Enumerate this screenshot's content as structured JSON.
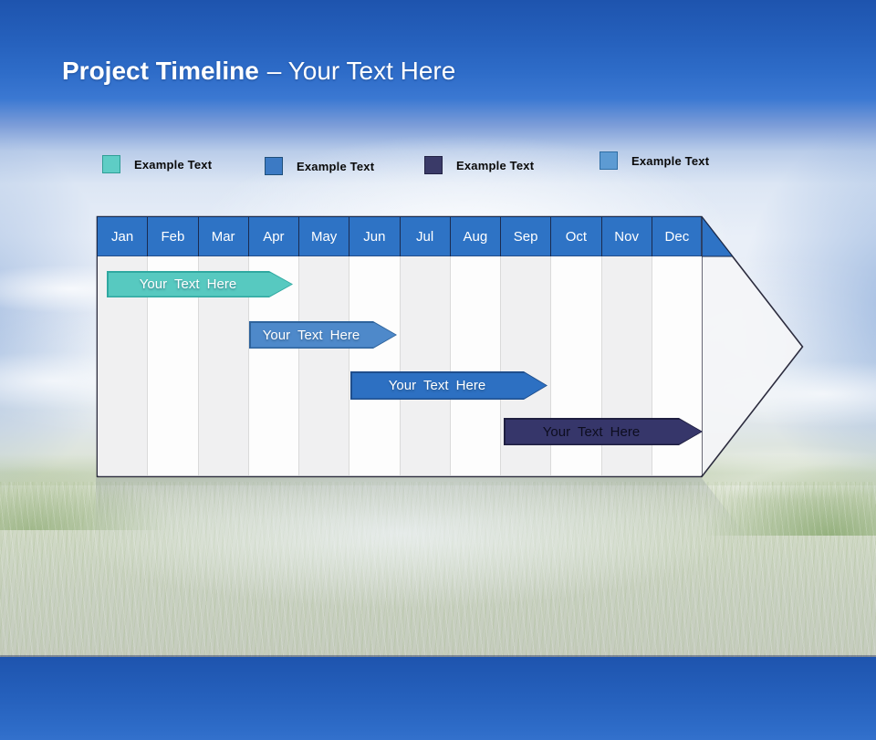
{
  "slide": {
    "title": {
      "primary": "Project Timeline",
      "secondary": "– Your Text Here"
    }
  },
  "legend": {
    "items": [
      {
        "label": "Example Text",
        "color": "#5ecdc5",
        "border_color": "#2f9e96"
      },
      {
        "label": "Example Text",
        "color": "#3c7ac4",
        "border_color": "#1f4e79"
      },
      {
        "label": "Example Text",
        "color": "#3a3a68",
        "border_color": "#232345"
      },
      {
        "label": "Example Text",
        "color": "#5d9bd3",
        "border_color": "#2e6da4"
      }
    ]
  },
  "timeline": {
    "months": [
      "Jan",
      "Feb",
      "Mar",
      "Apr",
      "May",
      "Jun",
      "Jul",
      "Aug",
      "Sep",
      "Oct",
      "Nov",
      "Dec"
    ],
    "header_color": "#2e73c5",
    "body_fill": "rgba(244,245,247,0.93)",
    "bars": [
      {
        "label": "Your Text Here",
        "color": "#57c9c0",
        "border_color": "#2fa8a0",
        "text_color": "#ffffff",
        "row": 1,
        "start_month": "Jan",
        "end_month": "Apr"
      },
      {
        "label": "Your Text Here",
        "color": "#4e89ca",
        "border_color": "#2e639c",
        "text_color": "#ffffff",
        "row": 2,
        "start_month": "Apr",
        "end_month": "Jun"
      },
      {
        "label": "Your Text Here",
        "color": "#2d70c2",
        "border_color": "#1f4e8c",
        "text_color": "#ffffff",
        "row": 3,
        "start_month": "Jun",
        "end_month": "Oct"
      },
      {
        "label": "Your Text Here",
        "color": "#36366a",
        "border_color": "#1f1f40",
        "text_color": "#0d0d1f",
        "row": 4,
        "start_month": "Sep",
        "end_month": "Dec"
      }
    ]
  }
}
